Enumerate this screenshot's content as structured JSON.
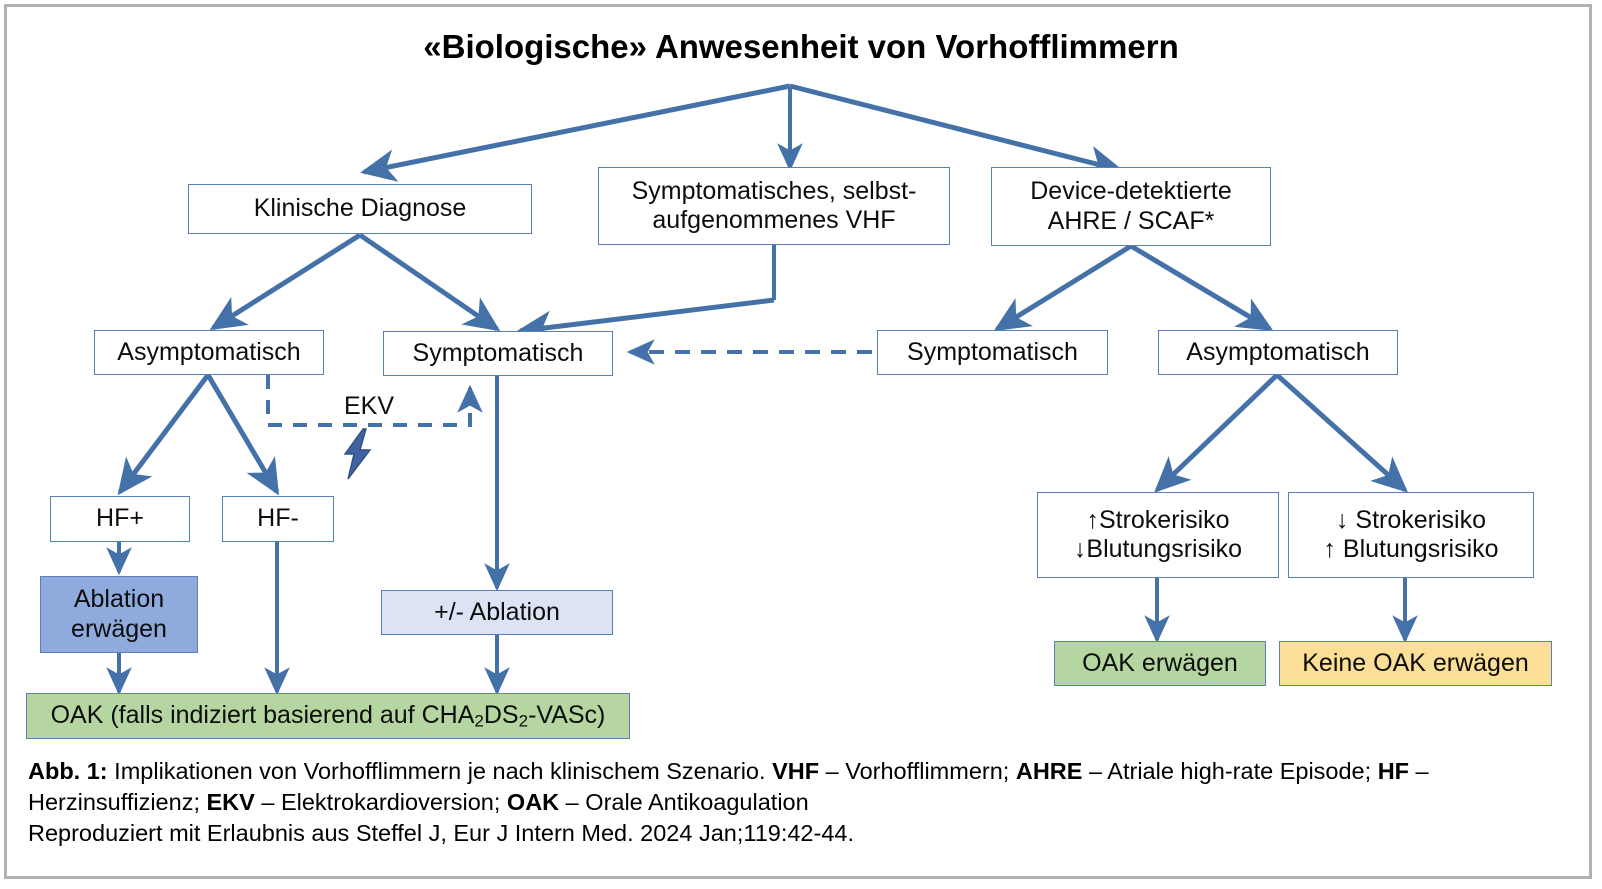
{
  "figure": {
    "title": "«Biologische» Anwesenheit von Vorhofflimmern",
    "edge_labels": {
      "ekv": "EKV"
    },
    "colors": {
      "arrow": "#4472a8",
      "box_border": "#5b80b8",
      "fill_blue": "#8faadc",
      "fill_lightblue": "#dce3f5",
      "fill_green": "#b5d6a0",
      "fill_yellow": "#fbdf96",
      "frame_border": "#b2b2b2"
    }
  },
  "nodes": {
    "klinische_diagnose": "Klinische Diagnose",
    "symptomatisches_selbst": "Symptomatisches, selbst-\naufgenommenes VHF",
    "symptomatisches_selbst_l1": "Symptomatisches, selbst-",
    "symptomatisches_selbst_l2": "aufgenommenes VHF",
    "device_detektierte_l1": "Device-detektierte",
    "device_detektierte_l2": "AHRE / SCAF*",
    "asymptomatisch_left": "Asymptomatisch",
    "symptomatisch_left": "Symptomatisch",
    "symptomatisch_right": "Symptomatisch",
    "asymptomatisch_right": "Asymptomatisch",
    "hf_plus": "HF+",
    "hf_minus": "HF-",
    "ablation_erwaegen_l1": "Ablation",
    "ablation_erwaegen_l2": "erwägen",
    "plus_minus_ablation": "+/- Ablation",
    "risiko_left_l1": "↑Strokerisiko",
    "risiko_left_l2": "↓Blutungsrisiko",
    "risiko_right_l1": "↓ Strokerisiko",
    "risiko_right_l2": "↑ Blutungsrisiko",
    "oak_erwaegen": "OAK erwägen",
    "keine_oak_erwaegen": "Keine OAK erwägen",
    "oak_cha2ds2_prefix": "OAK (falls indiziert basierend auf CHA",
    "oak_cha2ds2_sub1": "2",
    "oak_cha2ds2_mid": "DS",
    "oak_cha2ds2_sub2": "2",
    "oak_cha2ds2_suffix": "-VASc)"
  },
  "caption": {
    "label": "Abb. 1:",
    "line1_a": " Implikationen von Vorhofflimmern je nach klinischem Szenario. ",
    "vhf": "VHF",
    "line1_b": " – Vorhofflimmern; ",
    "ahre": "AHRE",
    "line1_c": " – Atriale high-rate Episode; ",
    "hf": "HF",
    "line2_a": " – Herzinsuffizienz; ",
    "ekv": "EKV",
    "line2_b": " – Elektrokardioversion; ",
    "oak": "OAK",
    "line2_c": " – Orale Antikoagulation",
    "line3": "Reproduziert mit Erlaubnis aus Steffel J, Eur J Intern Med. 2024 Jan;119:42-44."
  }
}
